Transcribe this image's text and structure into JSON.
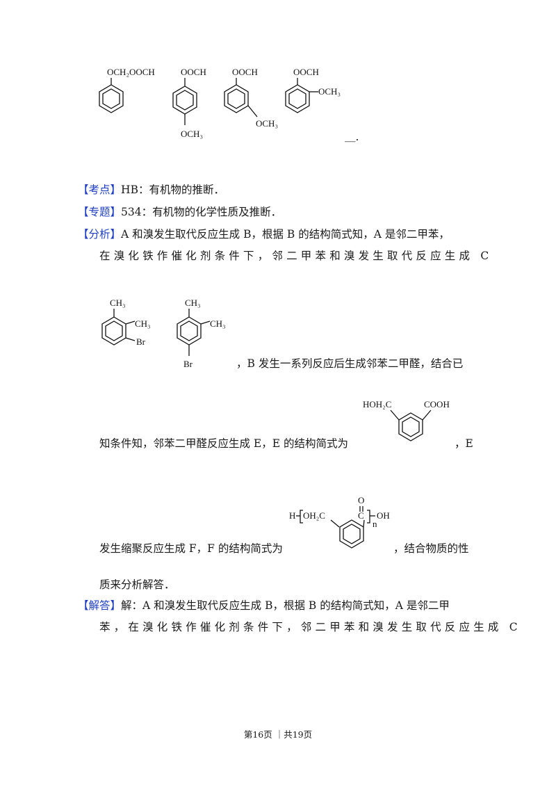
{
  "chem_labels": {
    "top1": "OCH₂OOCH",
    "top2": "OOCH",
    "top2_sub": "OCH₃",
    "top3": "OOCH",
    "top3_sub": "OCH₃",
    "top4": "OOCH",
    "top4_sub": "OCH₃",
    "c1_me1": "CH₃",
    "c1_me2": "CH₃",
    "c1_br": "Br",
    "c2_me1": "CH₃",
    "c2_me2": "CH₃",
    "c2_br": "Br",
    "e_left": "HOH₂C",
    "e_right": "COOH",
    "f_h": "H",
    "f_och2c": "OH₂C",
    "f_o": "O",
    "f_c": "C",
    "f_n": "n",
    "f_oh": "OH"
  },
  "text": {
    "blank_end": "＿.",
    "kaodian_tag": "考点",
    "kaodian_text": "HB：有机物的推断．",
    "zhuanti_tag": "专题",
    "zhuanti_text": "534：有机物的化学性质及推断．",
    "fenxi_tag": "分析",
    "fenxi_l1": "A 和溴发生取代反应生成 B，根据 B 的结构简式知，A 是邻二甲苯，",
    "fenxi_l2": "在溴化铁作催化剂条件下，邻二甲苯和溴发生取代反应生成 C",
    "fenxi_l3": "，B 发生一系列反应后生成邻苯二甲醛，结合已",
    "fenxi_l4a": "知条件知，邻苯二甲醛反应生成 E，E 的结构简式为",
    "fenxi_l4b": "，E",
    "fenxi_l5a": "发生缩聚反应生成 F，F 的结构简式为",
    "fenxi_l5b": "，结合物质的性",
    "fenxi_l6": "质来分析解答．",
    "jieda_tag": "解答",
    "jieda_l1": "解：A 和溴发生取代反应生成 B，根据 B 的结构简式知，A 是邻二甲",
    "jieda_l2": "苯，在溴化铁作催化剂条件下，邻二甲苯和溴发生取代反应生成 C"
  },
  "footer": "第16页 ｜共19页"
}
